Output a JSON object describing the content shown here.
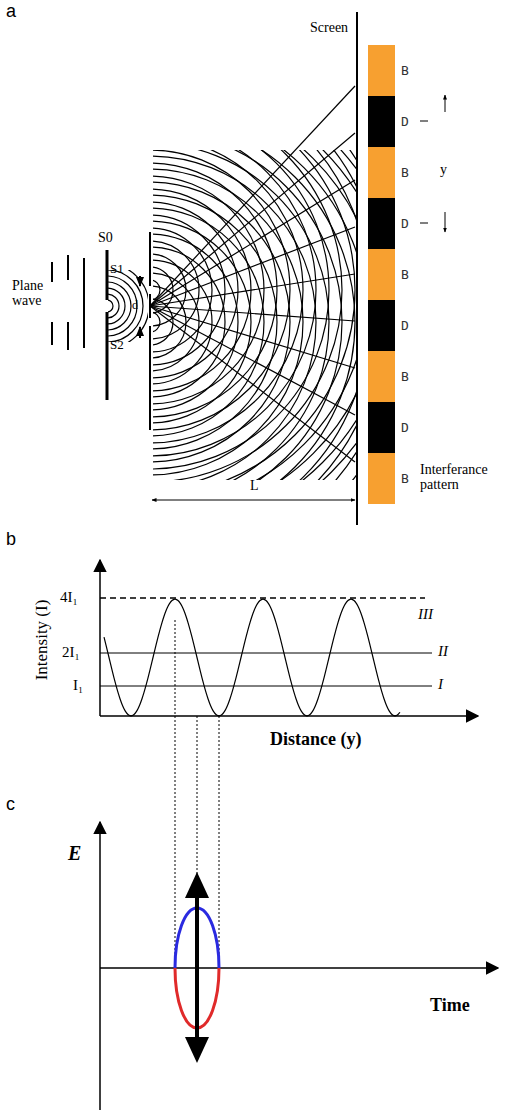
{
  "diagram": {
    "nodes": [
      {
        "text": [
          "B"
        ]
      },
      {
        "text": [
          "D"
        ]
      },
      {
        "text": [
          "B"
        ]
      },
      {
        "text": [
          "D"
        ]
      },
      {
        "text": [
          "B"
        ]
      },
      {
        "text": [
          "D"
        ]
      },
      {
        "text": [
          "B"
        ]
      },
      {
        "text": [
          "D"
        ]
      },
      {
        "text": [
          "B"
        ]
      }
    ],
    "labels": [
      "a",
      "Plane wave",
      "S0",
      "S1",
      "d",
      "S2",
      "Screen",
      "y",
      "L",
      "Interferance pattern",
      "b",
      "Intensity (I)",
      "4I₁",
      "2I₁",
      "I₁",
      "III",
      "II",
      "I",
      "Distance (y)",
      "c",
      "E",
      "Time"
    ]
  }
}
